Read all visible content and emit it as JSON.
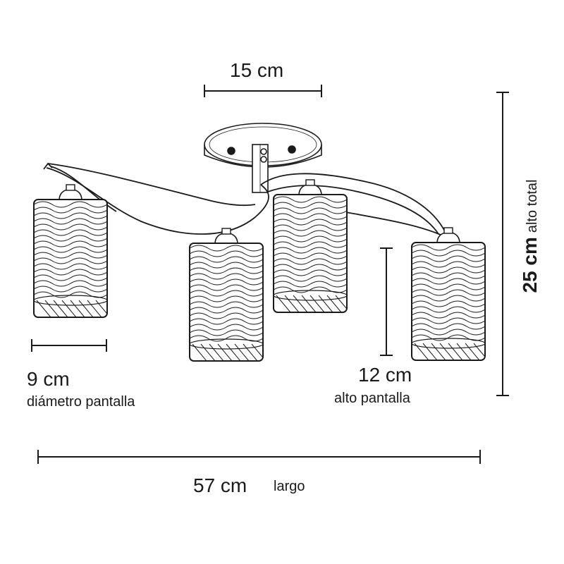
{
  "dimensions": {
    "canopy_width": {
      "value": "15 cm"
    },
    "shade_diameter": {
      "value": "9 cm",
      "caption": "diámetro pantalla"
    },
    "shade_height": {
      "value": "12 cm",
      "caption": "alto pantalla"
    },
    "total_length": {
      "value": "57 cm",
      "caption": "largo"
    },
    "total_height": {
      "value": "25 cm",
      "caption": "alto total"
    }
  },
  "colors": {
    "line": "#1a1a1a",
    "background": "#ffffff"
  }
}
